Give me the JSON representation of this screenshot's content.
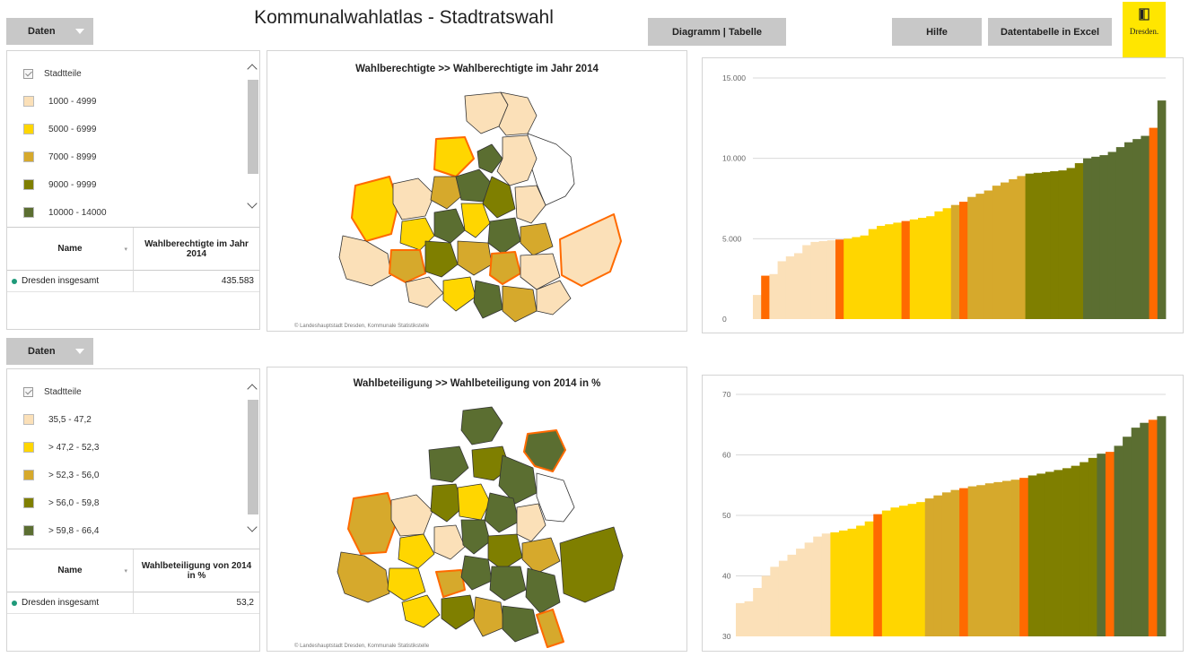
{
  "header": {
    "title": "Kommunalwahlatlas - Stadtratswahl",
    "data_dropdown": "Daten",
    "view_toggle": "Diagramm | Tabelle",
    "help": "Hilfe",
    "export": "Datentabelle in Excel",
    "logo_text": "Dresden."
  },
  "colors": {
    "accent_highlight": "#ff6a00",
    "button_bg": "#c8c8c8",
    "logo_bg": "#ffe600",
    "class1": "#fbe0b8",
    "class2": "#ffd600",
    "class3": "#d6a92c",
    "class4": "#7f7f00",
    "class5": "#5b6e31"
  },
  "section1": {
    "legend": {
      "layer_label": "Stadtteile",
      "items": [
        "1000 - 4999",
        "5000 - 6999",
        "7000 - 8999",
        "9000 - 9999",
        "10000 - 14000"
      ]
    },
    "table": {
      "col_name": "Name",
      "col_value": "Wahlberechtigte im Jahr 2014",
      "row_name": "Dresden insgesamt",
      "row_value": "435.583"
    },
    "map": {
      "title": "Wahlberechtigte >>  Wahlberechtigte im Jahr 2014",
      "credit": "© Landeshauptstadt Dresden, Kommunale Statistikstelle"
    },
    "chart_data": {
      "type": "bar",
      "ytick_labels": [
        "0",
        "5.000",
        "10.000",
        "15.000"
      ],
      "ylim": [
        0,
        15000
      ],
      "values": [
        1500,
        2700,
        2800,
        3600,
        3900,
        4100,
        4600,
        4800,
        4850,
        4900,
        4950,
        5000,
        5100,
        5200,
        5600,
        5800,
        5900,
        6000,
        6100,
        6200,
        6300,
        6400,
        6700,
        6900,
        7100,
        7300,
        7600,
        7800,
        8000,
        8300,
        8500,
        8700,
        8900,
        9050,
        9100,
        9150,
        9200,
        9250,
        9400,
        9700,
        10000,
        10100,
        10200,
        10400,
        10700,
        11000,
        11200,
        11400,
        11900,
        13600
      ],
      "highlighted": [
        1,
        10,
        18,
        25,
        48
      ],
      "class_breaks": [
        5000,
        7000,
        9000,
        10000
      ]
    }
  },
  "section2": {
    "data_dropdown": "Daten",
    "legend": {
      "layer_label": "Stadtteile",
      "items": [
        "35,5 - 47,2",
        "> 47,2 - 52,3",
        "> 52,3 - 56,0",
        "> 56,0 - 59,8",
        "> 59,8 - 66,4"
      ]
    },
    "table": {
      "col_name": "Name",
      "col_value": "Wahlbeteiligung von 2014 in %",
      "row_name": "Dresden insgesamt",
      "row_value": "53,2"
    },
    "map": {
      "title": "Wahlbeteiligung >>  Wahlbeteiligung von 2014 in %",
      "credit": "© Landeshauptstadt Dresden, Kommunale Statistikstelle"
    },
    "chart_data": {
      "type": "bar",
      "ytick_labels": [
        "30",
        "40",
        "50",
        "60",
        "70"
      ],
      "ylim": [
        30,
        70
      ],
      "values": [
        35.5,
        35.8,
        38,
        40,
        41.5,
        42.5,
        43.5,
        44.5,
        45.5,
        46.5,
        47,
        47.2,
        47.5,
        47.8,
        48.3,
        49,
        50.2,
        50.8,
        51.3,
        51.6,
        51.9,
        52.2,
        52.8,
        53.3,
        53.8,
        54.2,
        54.5,
        54.8,
        55.0,
        55.3,
        55.5,
        55.7,
        55.9,
        56.2,
        56.6,
        56.9,
        57.2,
        57.5,
        57.8,
        58.2,
        58.8,
        59.5,
        60.2,
        60.5,
        61.5,
        63,
        64.5,
        65.3,
        65.8,
        66.4
      ],
      "highlighted": [
        16,
        26,
        33,
        43,
        48
      ],
      "class_breaks": [
        47.2,
        52.3,
        56.0,
        59.8
      ]
    }
  }
}
